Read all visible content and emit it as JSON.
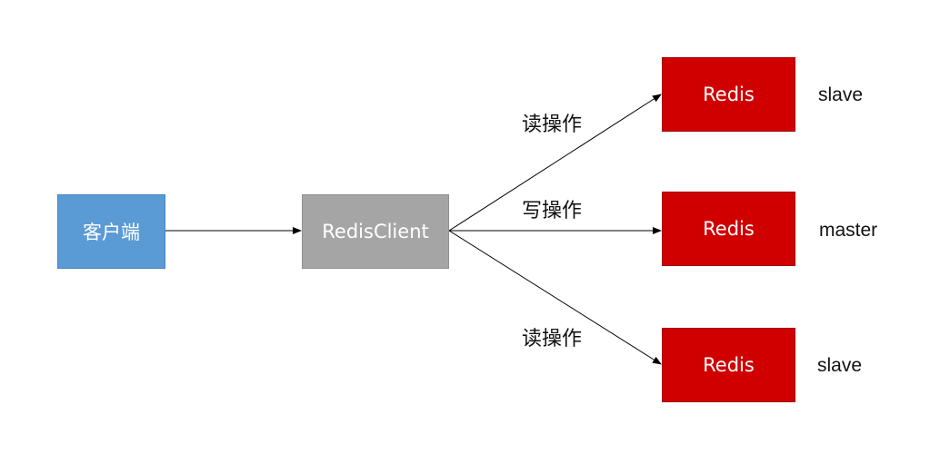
{
  "colors": {
    "client": "#5b9bd5",
    "redis_client": "#a5a5a5",
    "redis": "#d00000",
    "arrow": "#000000"
  },
  "nodes": {
    "client": {
      "label": "客户端"
    },
    "redis_client": {
      "label": "RedisClient"
    },
    "redis_top": {
      "label": "Redis",
      "role": "slave"
    },
    "redis_middle": {
      "label": "Redis",
      "role": "master"
    },
    "redis_bottom": {
      "label": "Redis",
      "role": "slave"
    }
  },
  "edges": {
    "client_to_redisclient": {
      "label": ""
    },
    "to_redis_top": {
      "label": "读操作"
    },
    "to_redis_middle": {
      "label": "写操作"
    },
    "to_redis_bottom": {
      "label": "读操作"
    }
  }
}
